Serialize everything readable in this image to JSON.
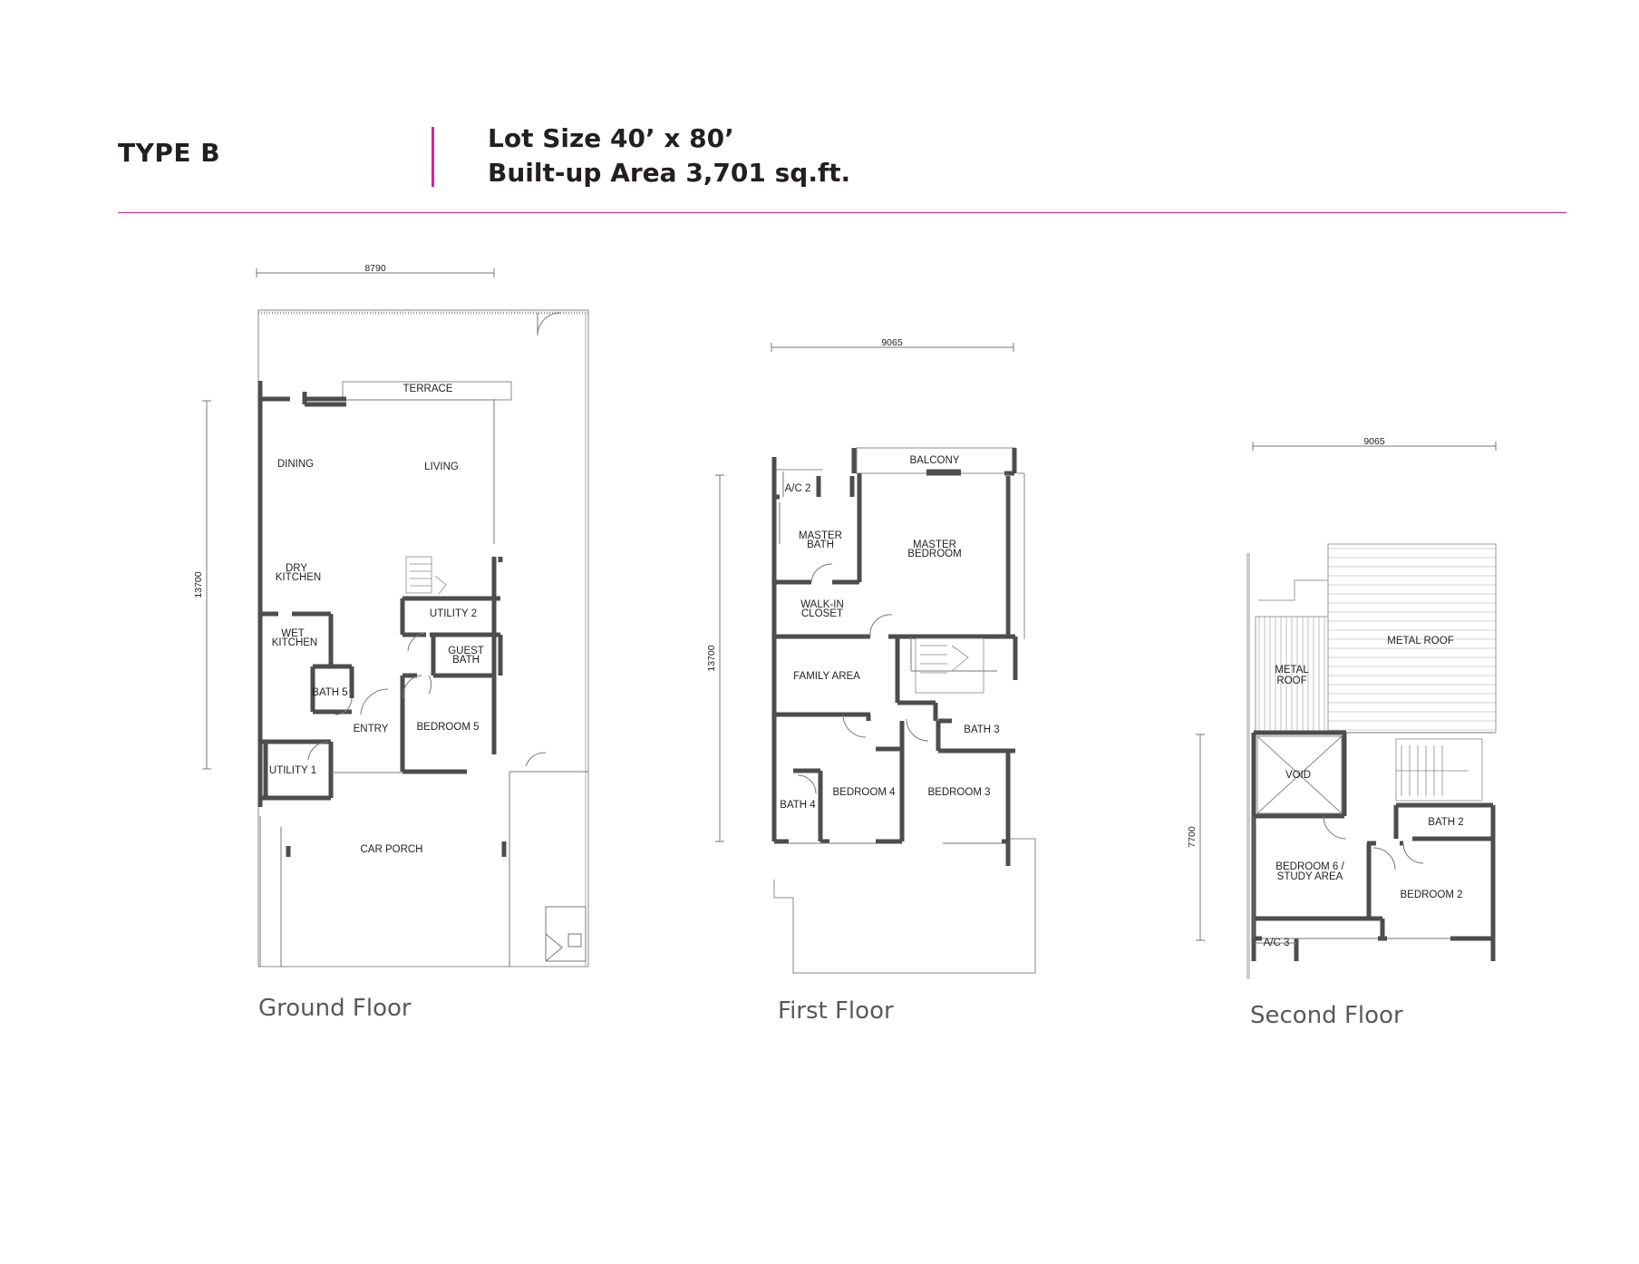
{
  "header": {
    "type": "TYPE B",
    "lot_size": "Lot Size 40’ x 80’",
    "built_up": "Built-up Area 3,701 sq.ft.",
    "accent_color": "#d4239f"
  },
  "ground_floor": {
    "label": "Ground Floor",
    "dim_width": "8790",
    "dim_depth": "13700",
    "rooms": {
      "terrace": "TERRACE",
      "dining": "DINING",
      "living": "LIVING",
      "dry_kitchen_1": "DRY",
      "dry_kitchen_2": "KITCHEN",
      "utility_2": "UTILITY 2",
      "wet_kitchen_1": "WET",
      "wet_kitchen_2": "KITCHEN",
      "guest_bath_1": "GUEST",
      "guest_bath_2": "BATH",
      "bath_5": "BATH 5",
      "entry": "ENTRY",
      "bedroom_5": "BEDROOM 5",
      "utility_1": "UTILITY 1",
      "car_porch": "CAR PORCH"
    }
  },
  "first_floor": {
    "label": "First Floor",
    "dim_width": "9065",
    "dim_depth": "13700",
    "rooms": {
      "balcony": "BALCONY",
      "ac_2": "A/C 2",
      "master_bath_1": "MASTER",
      "master_bath_2": "BATH",
      "master_bedroom_1": "MASTER",
      "master_bedroom_2": "BEDROOM",
      "walk_in_1": "WALK-IN",
      "walk_in_2": "CLOSET",
      "family_area": "FAMILY AREA",
      "bath_3": "BATH 3",
      "bath_4": "BATH 4",
      "bedroom_4": "BEDROOM 4",
      "bedroom_3": "BEDROOM 3"
    }
  },
  "second_floor": {
    "label": "Second Floor",
    "dim_width": "9065",
    "dim_depth": "7700",
    "rooms": {
      "metal_roof_big": "METAL ROOF",
      "metal_roof_small_1": "METAL",
      "metal_roof_small_2": "ROOF",
      "void": "VOID",
      "bath_2": "BATH 2",
      "bedroom_6_1": "BEDROOM 6 /",
      "bedroom_6_2": "STUDY AREA",
      "bedroom_2": "BEDROOM 2",
      "ac_3": "A/C 3"
    }
  }
}
